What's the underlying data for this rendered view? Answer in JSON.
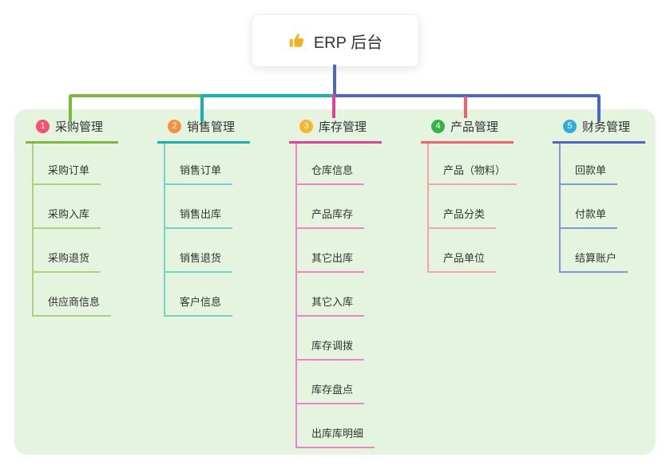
{
  "root": {
    "title": "ERP 后台",
    "icon": "thumbs-up-icon"
  },
  "colors": {
    "panel_bg": "#e5f4df",
    "root_connector": "#4a66c8",
    "text": "#333333"
  },
  "branches": [
    {
      "number": "1",
      "title": "采购管理",
      "badge_color": "#f4516c",
      "line_color": "#7cb93f",
      "light_color": "#a6d37c",
      "children": [
        "采购订单",
        "采购入库",
        "采购退货",
        "供应商信息"
      ]
    },
    {
      "number": "2",
      "title": "销售管理",
      "badge_color": "#f98e3d",
      "line_color": "#12b5ab",
      "light_color": "#72d1c8",
      "children": [
        "销售订单",
        "销售出库",
        "销售退货",
        "客户信息"
      ]
    },
    {
      "number": "3",
      "title": "库存管理",
      "badge_color": "#f7b52c",
      "line_color": "#e0419d",
      "light_color": "#ee85c6",
      "children": [
        "仓库信息",
        "产品库存",
        "其它出库",
        "其它入库",
        "库存调拨",
        "库存盘点",
        "出库库明细"
      ]
    },
    {
      "number": "4",
      "title": "产品管理",
      "badge_color": "#33b348",
      "line_color": "#f55f6a",
      "light_color": "#f7a1a9",
      "children": [
        "产品（物料）",
        "产品分类",
        "产品单位"
      ]
    },
    {
      "number": "5",
      "title": "财务管理",
      "badge_color": "#35aadd",
      "line_color": "#4a66c8",
      "light_color": "#8099d4",
      "children": [
        "回款单",
        "付款单",
        "结算账户"
      ]
    }
  ]
}
